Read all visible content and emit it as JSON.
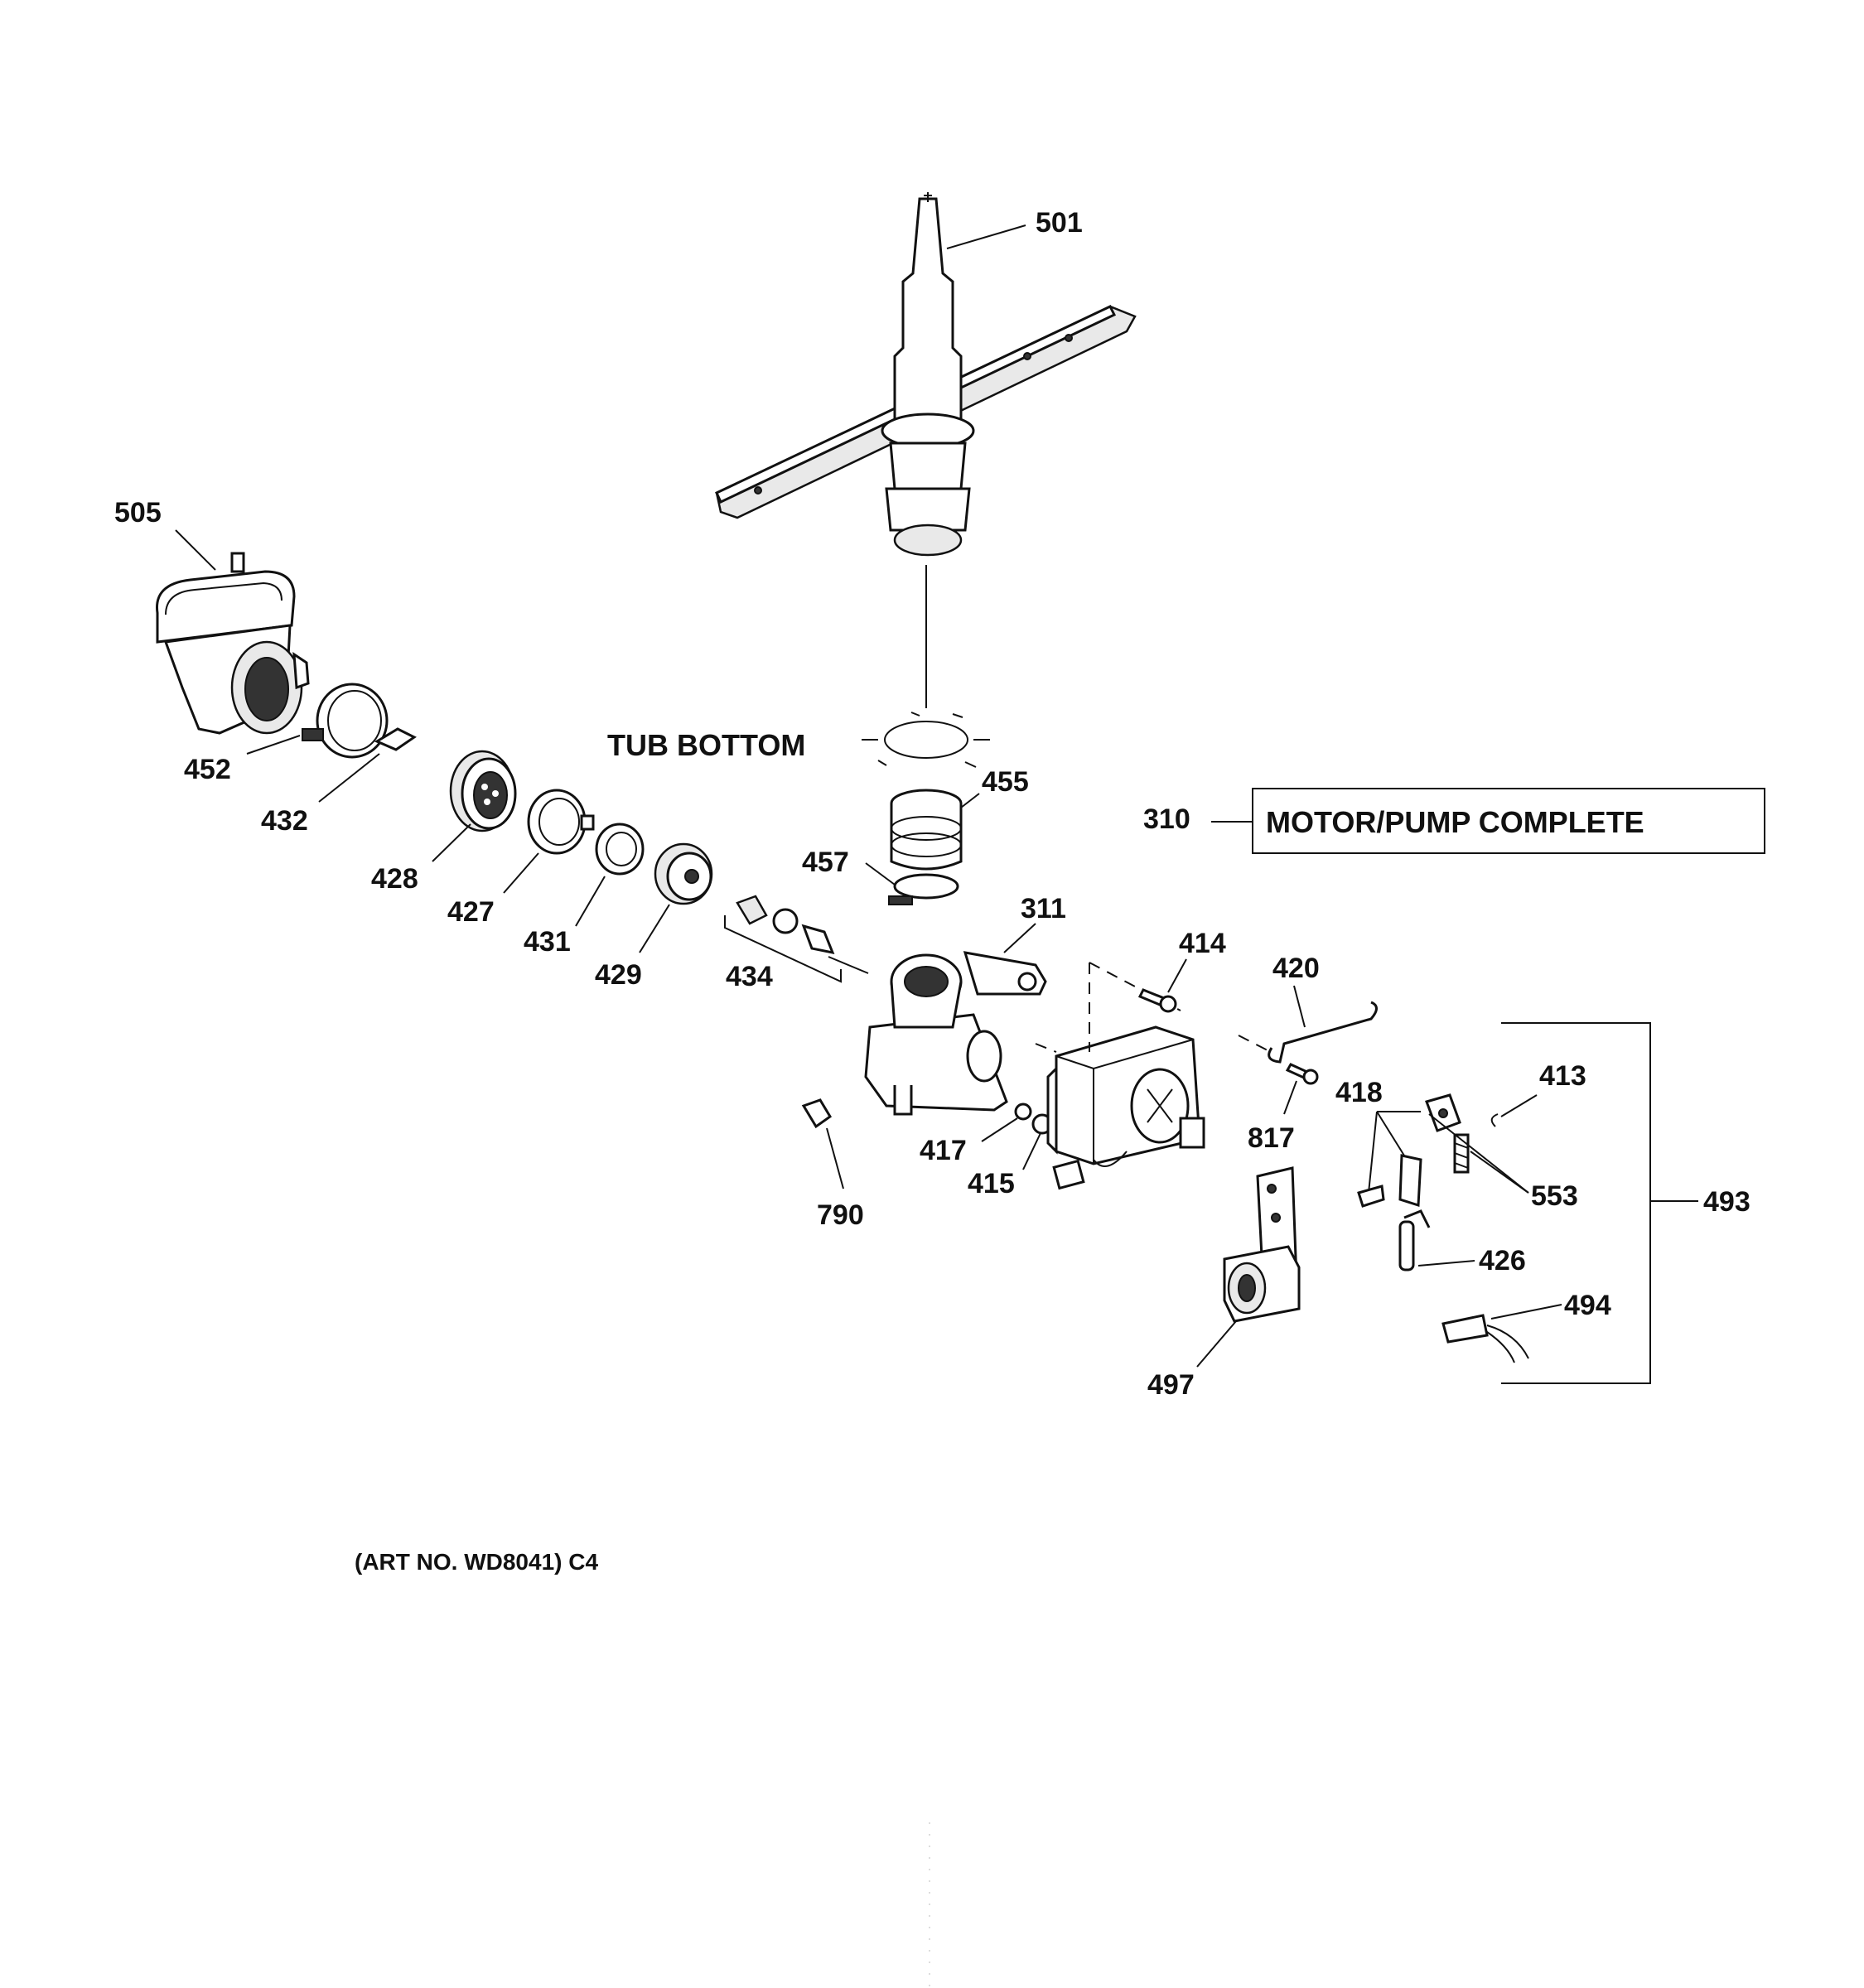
{
  "title_labels": {
    "tub_bottom": "TUB BOTTOM",
    "motor_pump_complete": "MOTOR/PUMP COMPLETE",
    "art_no": "(ART NO. WD8041) C4"
  },
  "callouts": {
    "c501": "501",
    "c505": "505",
    "c452": "452",
    "c432": "432",
    "c428": "428",
    "c427": "427",
    "c431": "431",
    "c429": "429",
    "c434": "434",
    "c455": "455",
    "c457": "457",
    "c310": "310",
    "c311": "311",
    "c414": "414",
    "c420": "420",
    "c413": "413",
    "c418": "418",
    "c817": "817",
    "c417": "417",
    "c415": "415",
    "c790": "790",
    "c553": "553",
    "c493": "493",
    "c426": "426",
    "c494": "494",
    "c497": "497"
  }
}
